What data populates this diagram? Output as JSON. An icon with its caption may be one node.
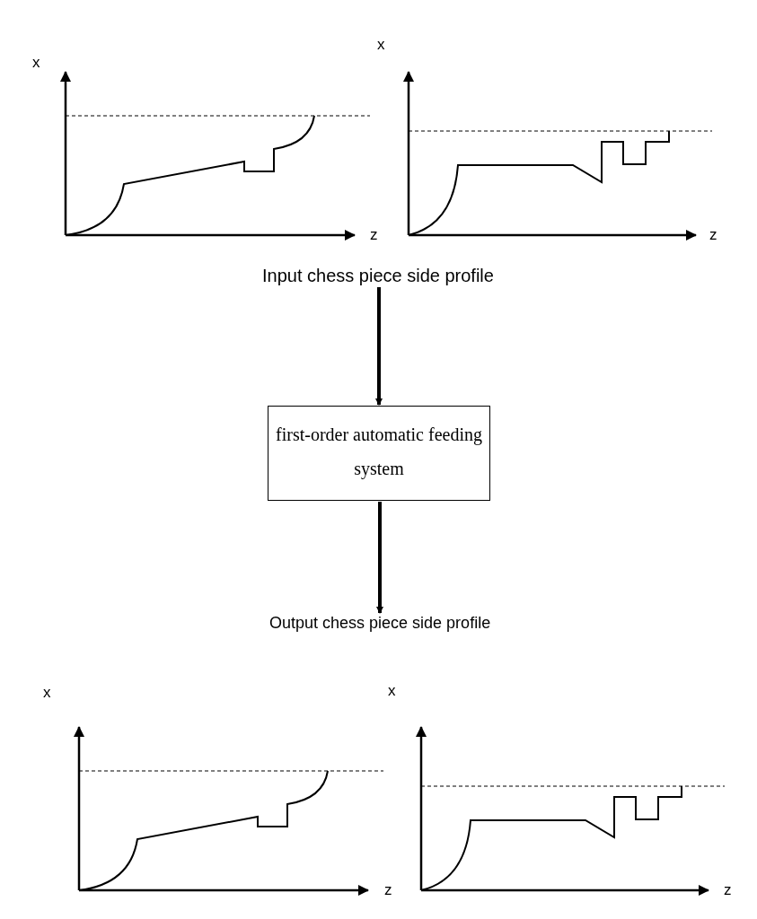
{
  "diagram": {
    "nodes": [
      {
        "text": [
          "Input chess piece side profile"
        ]
      },
      {
        "text": [
          "first-order automatic feeding system"
        ]
      },
      {
        "text": [
          "Output chess piece side profile"
        ]
      }
    ],
    "edges": [
      {
        "from": 0,
        "to": 1,
        "arrow": "to"
      },
      {
        "from": 1,
        "to": 2,
        "arrow": "to"
      }
    ],
    "labels": [
      "x",
      "x",
      "z",
      "z",
      "x",
      "x",
      "z",
      "z"
    ]
  }
}
